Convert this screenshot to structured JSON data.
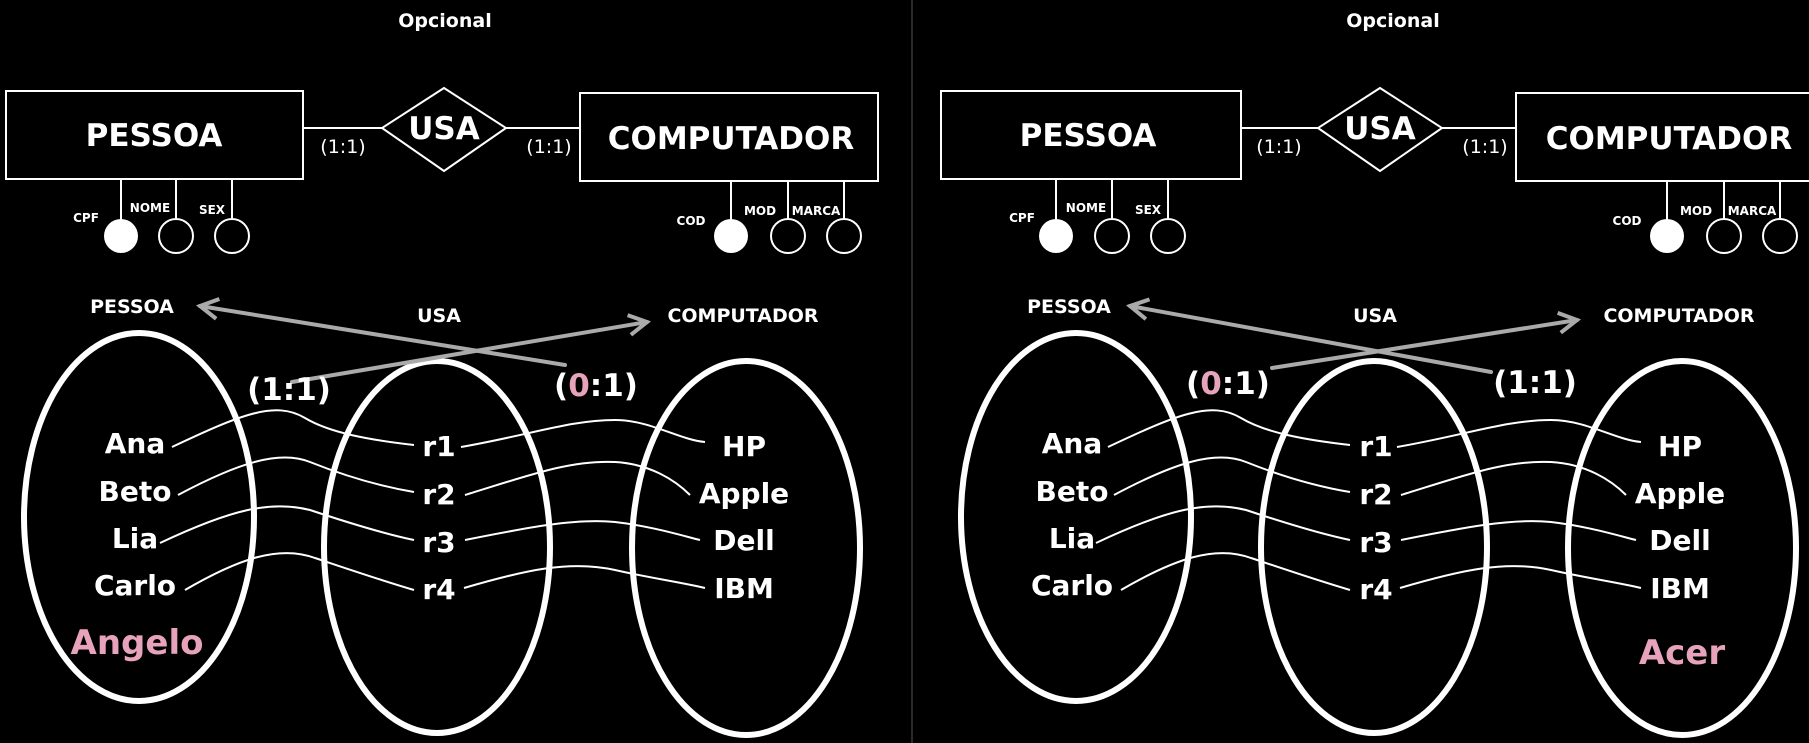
{
  "colors": {
    "background": "#000000",
    "foreground": "#ffffff",
    "highlight": "#e8a3bc",
    "arrow": "#aaaaaa"
  },
  "panels": [
    {
      "title": "Opcional",
      "er": {
        "entity_left": "PESSOA",
        "relationship": "USA",
        "entity_right": "COMPUTADOR",
        "card_left": "(1:1)",
        "card_right": "(1:1)",
        "attrs_left": [
          "CPF",
          "NOME",
          "SEX"
        ],
        "attrs_right": [
          "COD",
          "MOD",
          "MARCA"
        ]
      },
      "sets": {
        "label_left": "PESSOA",
        "label_mid": "USA",
        "label_right": "COMPUTADOR",
        "card_left": "(1:1)",
        "card_right_zero": "0",
        "card_right_rest": ":1)",
        "card_right_open": "(",
        "people": [
          "Ana",
          "Beto",
          "Lia",
          "Carlo"
        ],
        "relations": [
          "r1",
          "r2",
          "r3",
          "r4"
        ],
        "computers": [
          "HP",
          "Apple",
          "Dell",
          "IBM"
        ],
        "extra": "Angelo"
      }
    },
    {
      "title": "Opcional",
      "er": {
        "entity_left": "PESSOA",
        "relationship": "USA",
        "entity_right": "COMPUTADOR",
        "card_left": "(1:1)",
        "card_right": "(1:1)",
        "attrs_left": [
          "CPF",
          "NOME",
          "SEX"
        ],
        "attrs_right": [
          "COD",
          "MOD",
          "MARCA"
        ]
      },
      "sets": {
        "label_left": "PESSOA",
        "label_mid": "USA",
        "label_right": "COMPUTADOR",
        "card_left_open": "(",
        "card_left_zero": "0",
        "card_left_rest": ":1)",
        "card_right": "(1:1)",
        "people": [
          "Ana",
          "Beto",
          "Lia",
          "Carlo"
        ],
        "relations": [
          "r1",
          "r2",
          "r3",
          "r4"
        ],
        "computers": [
          "HP",
          "Apple",
          "Dell",
          "IBM"
        ],
        "extra": "Acer"
      }
    }
  ]
}
